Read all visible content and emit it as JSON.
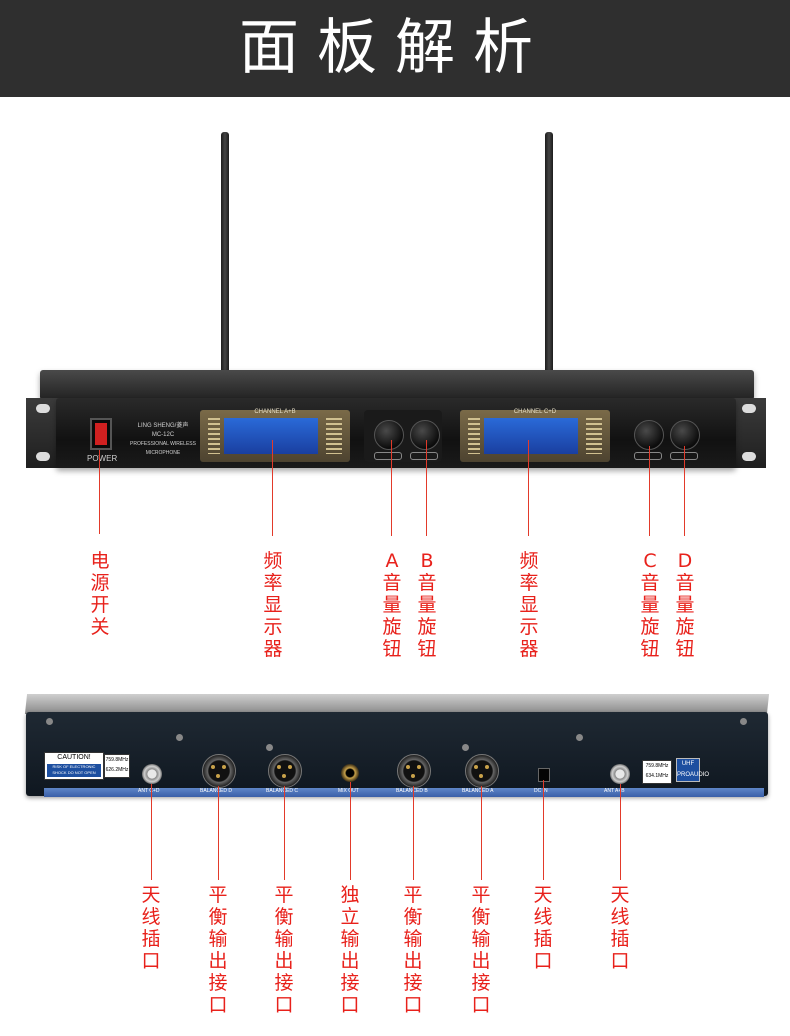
{
  "header": {
    "title": "面板解析",
    "background": "#2f2f2f"
  },
  "front_panel": {
    "power_label": "POWER",
    "brand_name": "LING SHENG/菱声",
    "model": "MC-12C",
    "brand_sub": "PROFESSIONAL WIRELESS MICROPHONE",
    "display_ab_label": "CHANNEL A+B",
    "display_cd_label": "CHANNEL C+D"
  },
  "front_callouts": [
    {
      "id": "power",
      "text": "电源开关"
    },
    {
      "id": "display-ab",
      "text": "频率显示器"
    },
    {
      "id": "knob-a",
      "text": "A音量旋钮"
    },
    {
      "id": "knob-b",
      "text": "B音量旋钮"
    },
    {
      "id": "display-cd",
      "text": "频率显示器"
    },
    {
      "id": "knob-c",
      "text": "C音量旋钮"
    },
    {
      "id": "knob-d",
      "text": "D音量旋钮"
    }
  ],
  "rear_panel": {
    "caution_title": "CAUTION!",
    "caution_text": "RISK OF ELECTRONIC SHOCK DO NOT OPEN",
    "freq_left_1": "759.8MHz",
    "freq_left_2": "626.2MHz",
    "freq_right_1": "759.8MHz",
    "freq_right_2": "634.1MHz",
    "uhf_badge": "UHF PROAUDIO",
    "port_ant_cd": "ANT C+D",
    "port_bal_d": "BALANCED D",
    "port_bal_c": "BALANCED C",
    "port_mix": "MIX OUT",
    "port_bal_b": "BALANCED B",
    "port_bal_a": "BALANCED A",
    "port_dc": "DC IN",
    "port_ant_ab": "ANT A+B"
  },
  "rear_callouts": [
    {
      "id": "ant-cd",
      "text": "天线插口"
    },
    {
      "id": "bal-d",
      "text": "平衡输出接口"
    },
    {
      "id": "bal-c",
      "text": "平衡输出接口"
    },
    {
      "id": "mix-out",
      "text": "独立输出接口"
    },
    {
      "id": "bal-b",
      "text": "平衡输出接口"
    },
    {
      "id": "bal-a",
      "text": "平衡输出接口"
    },
    {
      "id": "dc-in",
      "text": "天线插口"
    },
    {
      "id": "ant-ab",
      "text": "天线插口"
    }
  ],
  "colors": {
    "callout": "#e8211b",
    "line": "#e23a2a",
    "screen": "#2a6ad8"
  }
}
